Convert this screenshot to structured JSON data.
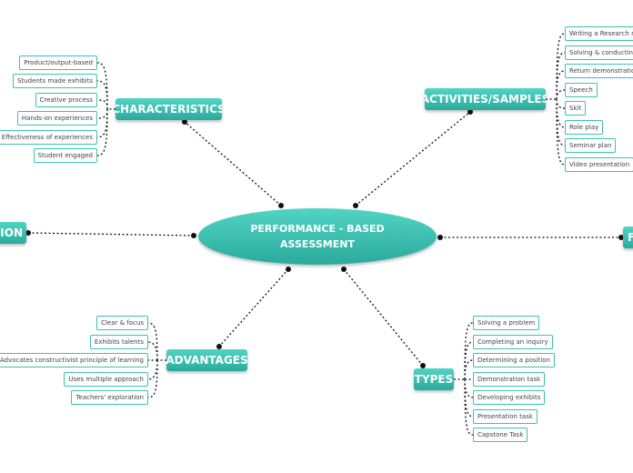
{
  "center": "PERFORMANCE - BASED ASSESSMENT",
  "branches": {
    "characteristics": {
      "label": "CHARACTERISTICS",
      "items": [
        "Product/output-based",
        "Students made exhibits",
        "Creative process",
        "Hands-on experiences",
        "Effectiveness of experiences",
        "Student engaged"
      ]
    },
    "activities": {
      "label": "ACTIVITIES/SAMPLES",
      "items": [
        "Writing a Research re",
        "Solving & conducting",
        "Return demonstration",
        "Speech",
        "Skit",
        "Role play",
        "Seminar plan",
        "Video presentation"
      ]
    },
    "advantages": {
      "label": "ADVANTAGES",
      "items": [
        "Clear & focus",
        "Exhibits talents",
        "Advocates constructivist principle of learning",
        "Uses multiple approach",
        "Teachers' exploration"
      ]
    },
    "types": {
      "label": "TYPES",
      "items": [
        "Solving a problem",
        "Completing an inquiry",
        "Determining a position",
        "Demonstration task",
        "Developing exhibits",
        "Presentation task",
        "Capstone Task"
      ]
    },
    "left_partial": {
      "label": "ION"
    },
    "right_partial": {
      "label": "F"
    }
  },
  "colors": {
    "accent": "#2aaa9c",
    "accent_light": "#52d4c4",
    "leaf_border": "#3cc2b2",
    "connector": "#111111"
  }
}
